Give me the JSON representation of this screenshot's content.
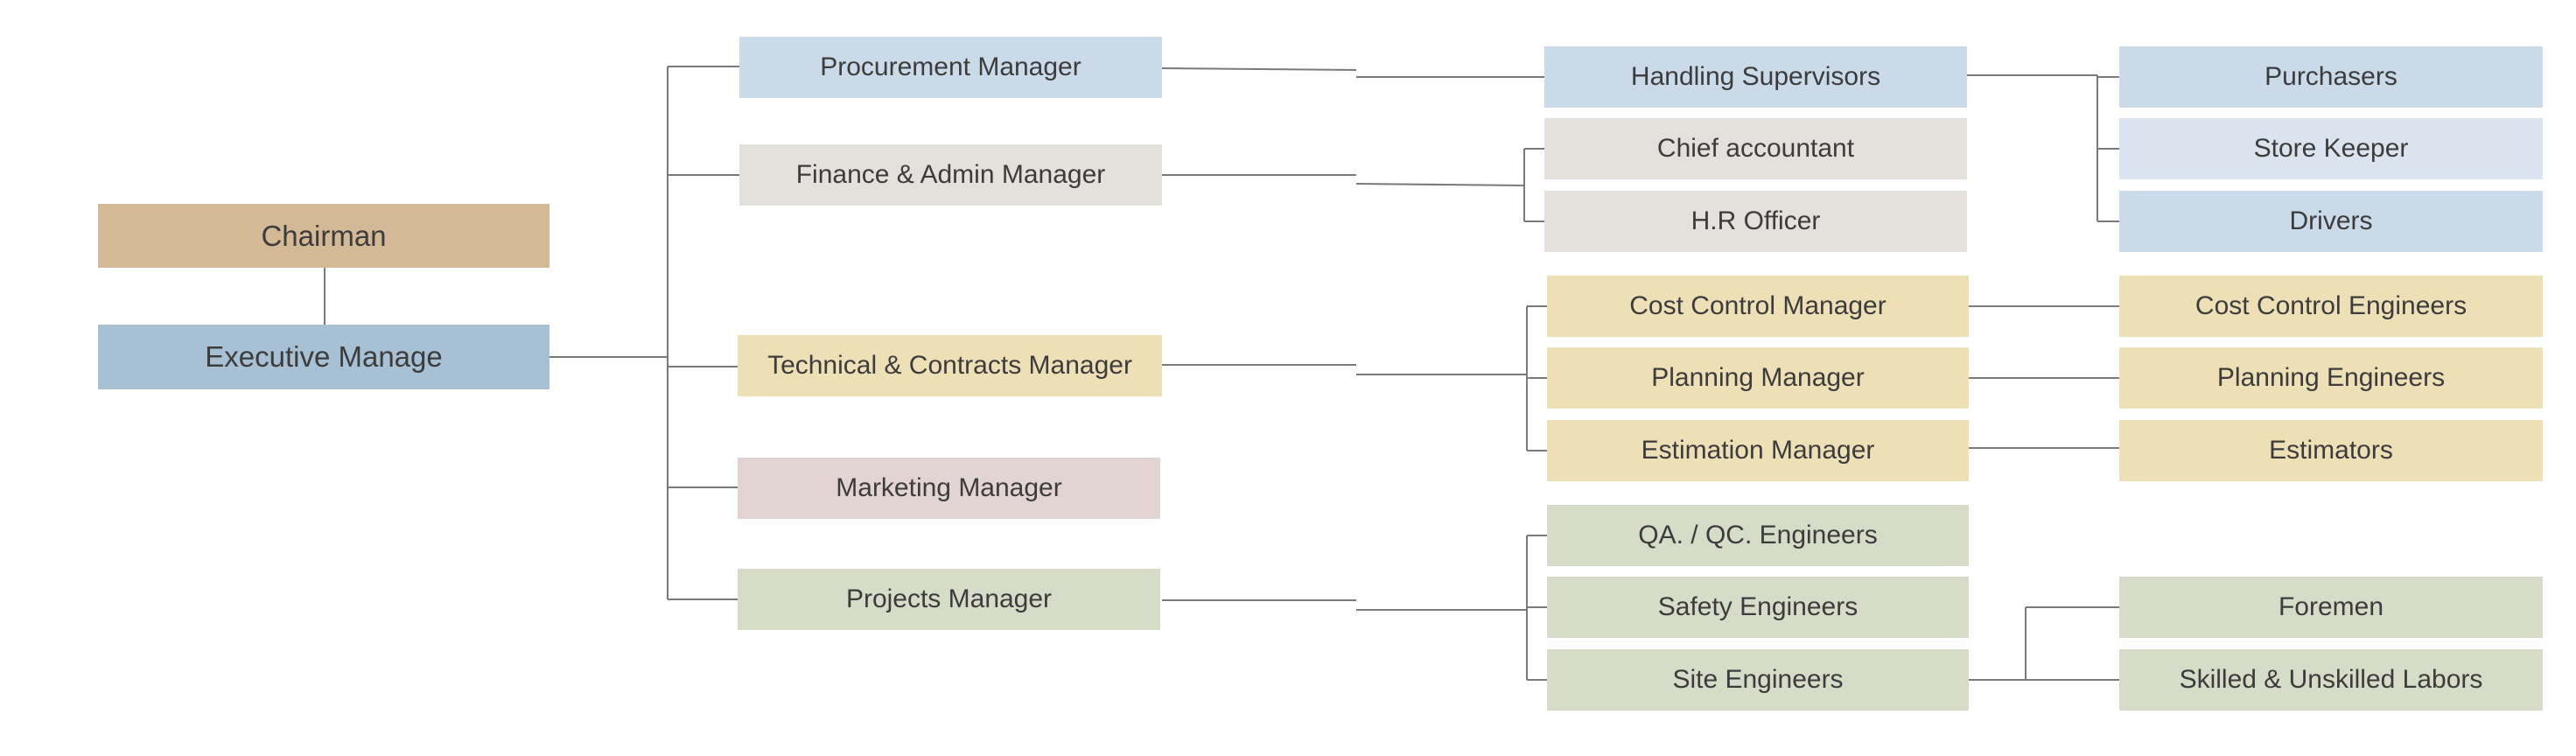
{
  "colors": {
    "chairman": "#d4b996",
    "executive": "#a8c0d4",
    "procurement_dark": "#cbdae8",
    "procurement_light": "#dbe4ee",
    "finance": "#e4e0dc",
    "technical": "#ede0b6",
    "marketing": "#e3d4d4",
    "projects": "#d6dcc8",
    "connector": "#7a7a7a"
  },
  "nodes": {
    "chairman": "Chairman",
    "executive": "Executive Manage",
    "procurement_manager": "Procurement Manager",
    "finance_admin_manager": "Finance & Admin Manager",
    "technical_contracts_manager": "Technical & Contracts Manager",
    "marketing_manager": "Marketing Manager",
    "projects_manager": "Projects Manager",
    "handling_supervisors": "Handling Supervisors",
    "chief_accountant": "Chief accountant",
    "hr_officer": "H.R Officer",
    "cost_control_manager": "Cost Control Manager",
    "planning_manager": "Planning Manager",
    "estimation_manager": "Estimation Manager",
    "qa_qc_engineers": "QA. / QC. Engineers",
    "safety_engineers": "Safety Engineers",
    "site_engineers": "Site Engineers",
    "purchasers": "Purchasers",
    "store_keeper": "Store Keeper",
    "drivers": "Drivers",
    "cost_control_engineers": "Cost Control Engineers",
    "planning_engineers": "Planning Engineers",
    "estimators": "Estimators",
    "foremen": "Foremen",
    "skilled_unskilled_labors": "Skilled & Unskilled Labors"
  }
}
